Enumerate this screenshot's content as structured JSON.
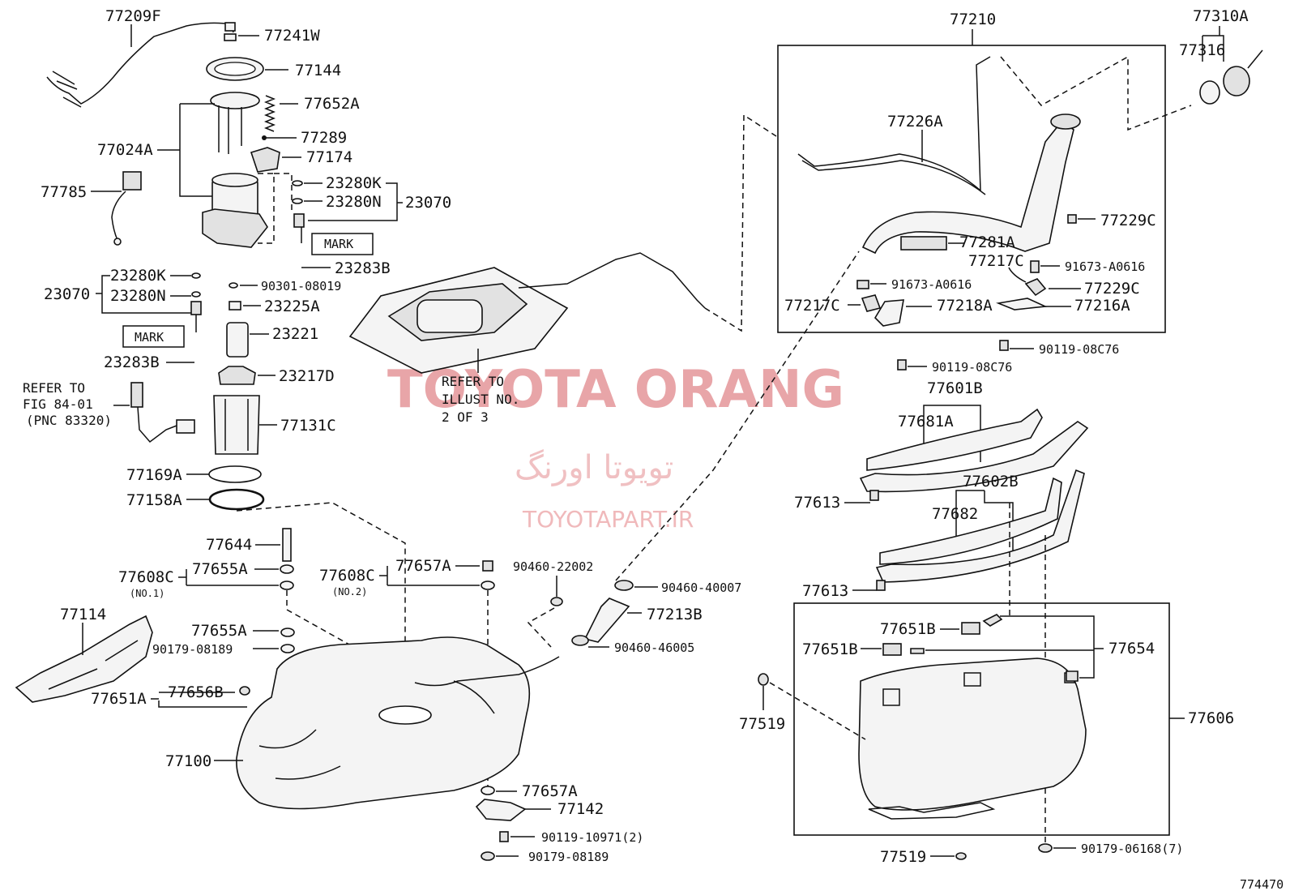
{
  "watermark": {
    "brand": "TOYOTA ORANG",
    "brand_fa": "تویوتا اورنگ",
    "url": "TOYOTAPART.IR"
  },
  "figure_id": "774470",
  "notes": {
    "refer_fig_line1": "REFER TO",
    "refer_fig_line2": "FIG 84-01",
    "refer_fig_line3": "(PNC 83320)",
    "refer_illust_line1": "REFER TO",
    "refer_illust_line2": "ILLUST NO.",
    "refer_illust_line3": "2 OF 3",
    "mark": "MARK",
    "no1": "(NO.1)",
    "no2": "(NO.2)"
  },
  "parts": {
    "p77209F": "77209F",
    "p77241W": "77241W",
    "p77144": "77144",
    "p77652A": "77652A",
    "p77289": "77289",
    "p77024A": "77024A",
    "p77174": "77174",
    "p77785": "77785",
    "p23280K_top": "23280K",
    "p23280N_top": "23280N",
    "p23070_top": "23070",
    "p23283B_top": "23283B",
    "p23280K_left": "23280K",
    "p23280N_left": "23280N",
    "p23070_left": "23070",
    "p23283B_left": "23283B",
    "p90301": "90301-08019",
    "p23225A": "23225A",
    "p23221": "23221",
    "p23217D": "23217D",
    "p77131C": "77131C",
    "p77169A": "77169A",
    "p77158A": "77158A",
    "p77644": "77644",
    "p77608C_1": "77608C",
    "p77655A_1": "77655A",
    "p77608C_2": "77608C",
    "p77657A_1": "77657A",
    "p90460_22002": "90460-22002",
    "p90460_40007": "90460-40007",
    "p77213B": "77213B",
    "p90460_46005": "90460-46005",
    "p77114": "77114",
    "p77655A_2": "77655A",
    "p90179_08189_1": "90179-08189",
    "p77651A": "77651A",
    "p77656B": "77656B",
    "p77100": "77100",
    "p77657A_2": "77657A",
    "p77142": "77142",
    "p90119_10971": "90119-10971(2)",
    "p90179_08189_2": "90179-08189",
    "p77210": "77210",
    "p77310A": "77310A",
    "p77316": "77316",
    "p77226A": "77226A",
    "p77229C_1": "77229C",
    "p77281A": "77281A",
    "p77217C_1": "77217C",
    "p91673_1": "91673-A0616",
    "p91673_2": "91673-A0616",
    "p77229C_2": "77229C",
    "p77217C_2": "77217C",
    "p77218A": "77218A",
    "p77216A": "77216A",
    "p90119_08C76_1": "90119-08C76",
    "p90119_08C76_2": "90119-08C76",
    "p77601B": "77601B",
    "p77681A": "77681A",
    "p77613_1": "77613",
    "p77602B": "77602B",
    "p77682": "77682",
    "p77613_2": "77613",
    "p77651B_1": "77651B",
    "p77651B_2": "77651B",
    "p77654": "77654",
    "p77519_1": "77519",
    "p77606": "77606",
    "p77519_2": "77519",
    "p90179_06168": "90179-06168(7)"
  }
}
